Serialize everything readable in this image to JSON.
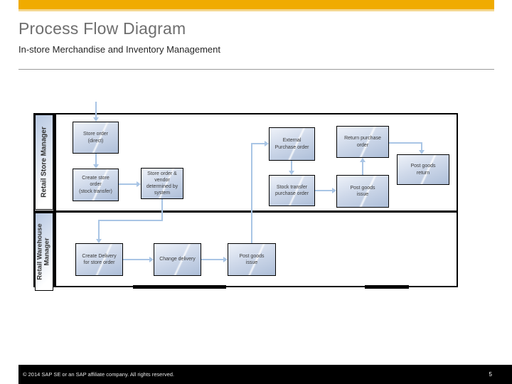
{
  "header": {
    "title": "Process Flow Diagram",
    "subtitle": "In-store Merchandise and Inventory Management"
  },
  "colors": {
    "accent_gold": "#F0AB00",
    "arrow_blue": "#A9C5E5",
    "box_border": "#000000",
    "box_fill_light": "#EEF2F9",
    "box_fill_dark": "#AEBFD9",
    "title_gray": "#6E6E6E",
    "footer_bg": "#000000"
  },
  "diagram": {
    "lanes": [
      {
        "label": "Retail Store Manager"
      },
      {
        "label": "Retail Warehouse\nManager"
      }
    ],
    "boxes": [
      {
        "label": "Store order\n(direct)"
      },
      {
        "label": "Create store\norder\n(stock transfer)"
      },
      {
        "label": "Store order &\nvendor\ndetermined by\nsystem"
      },
      {
        "label": "External\nPurchase order"
      },
      {
        "label": "Return purchase\norder"
      },
      {
        "label": "Post goods\nreturn"
      },
      {
        "label": "Stock transfer\npurchase order"
      },
      {
        "label": "Post goods\nissue"
      },
      {
        "label": "Create Delivery\nfor store order"
      },
      {
        "label": "Change delivery"
      },
      {
        "label": "Post goods\nissue"
      }
    ]
  },
  "footer": {
    "copyright": "© 2014 SAP SE or an SAP affiliate company. All rights reserved.",
    "page_number": "5"
  }
}
